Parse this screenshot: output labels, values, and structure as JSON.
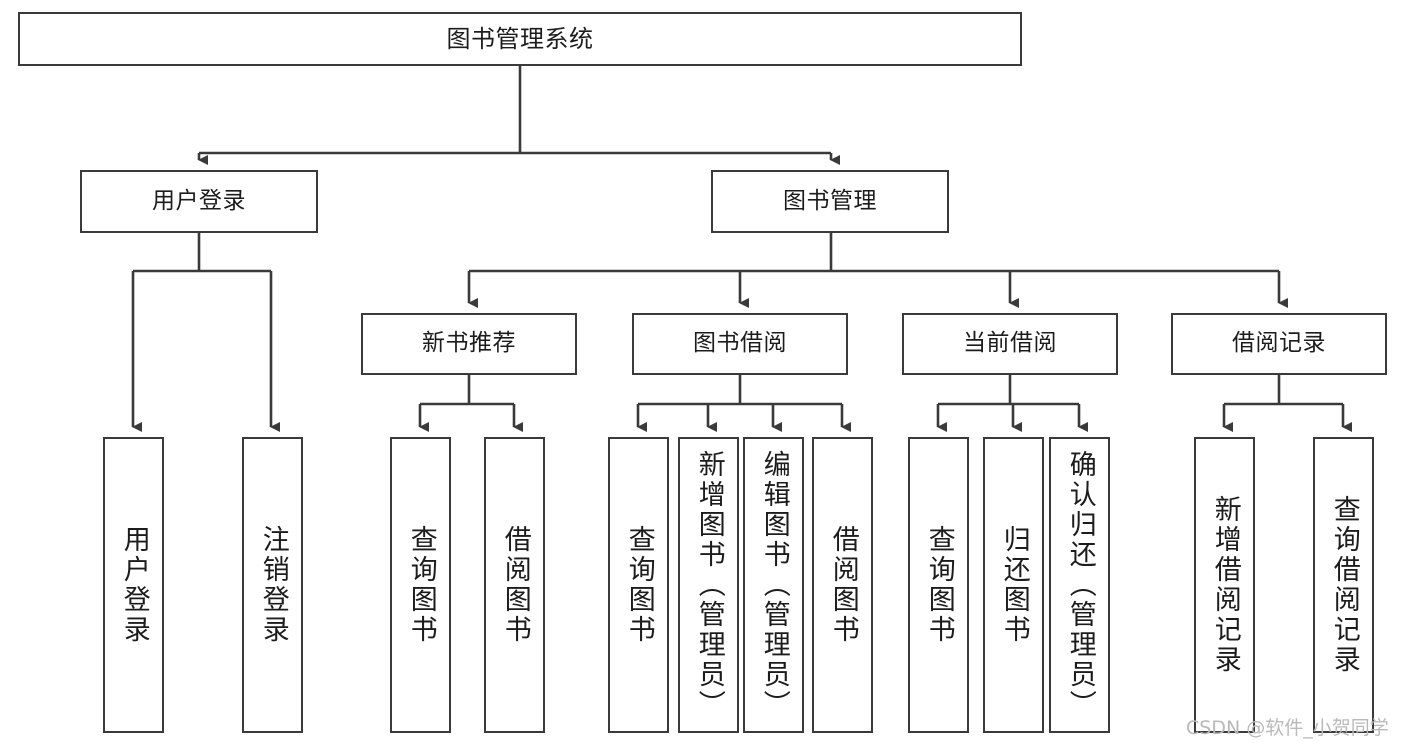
{
  "diagram": {
    "title": "图书管理系统",
    "type": "tree-hierarchy-flowchart",
    "watermark": "CSDN @软件_小贺同学",
    "colors": {
      "box_border": "#3a3a3a",
      "box_fill": "#ffffff",
      "connector": "#3a3a3a",
      "text": "#1c1c1c",
      "watermark": "#b9b9b9",
      "background": "#ffffff"
    },
    "levels": {
      "root": {
        "label": "图书管理系统"
      },
      "level2": [
        {
          "id": "user-login",
          "label": "用户登录"
        },
        {
          "id": "book-manage",
          "label": "图书管理"
        }
      ],
      "level3": [
        {
          "id": "new-book-recommend",
          "label": "新书推荐"
        },
        {
          "id": "book-borrow",
          "label": "图书借阅"
        },
        {
          "id": "current-borrow",
          "label": "当前借阅"
        },
        {
          "id": "borrow-record",
          "label": "借阅记录"
        }
      ],
      "leaves": {
        "user-login": [
          {
            "id": "leaf-user-login",
            "label": "用户登录"
          },
          {
            "id": "leaf-logout-login",
            "label": "注销登录"
          }
        ],
        "new-book-recommend": [
          {
            "id": "leaf-query-book-1",
            "label": "查询图书"
          },
          {
            "id": "leaf-borrow-book-1",
            "label": "借阅图书"
          }
        ],
        "book-borrow": [
          {
            "id": "leaf-query-book-2",
            "label": "查询图书"
          },
          {
            "id": "leaf-add-book",
            "label": "新增图书（管理员）"
          },
          {
            "id": "leaf-edit-book",
            "label": "编辑图书（管理员）"
          },
          {
            "id": "leaf-borrow-book-2",
            "label": "借阅图书"
          }
        ],
        "current-borrow": [
          {
            "id": "leaf-query-book-3",
            "label": "查询图书"
          },
          {
            "id": "leaf-return-book",
            "label": "归还图书"
          },
          {
            "id": "leaf-confirm-return",
            "label": "确认归还（管理员）"
          }
        ],
        "borrow-record": [
          {
            "id": "leaf-add-record",
            "label": "新增借阅记录"
          },
          {
            "id": "leaf-query-record",
            "label": "查询借阅记录"
          }
        ]
      }
    }
  }
}
